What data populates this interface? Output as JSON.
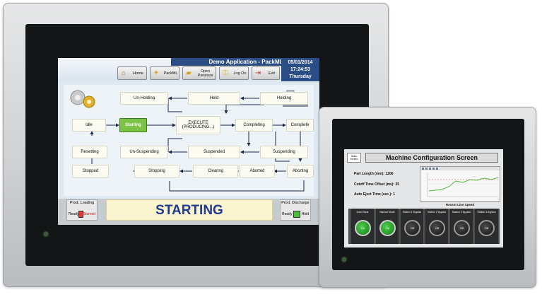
{
  "left_panel": {
    "title": "Demo Application - PackML",
    "nav_buttons": [
      {
        "label": "Home",
        "icon": "home-icon"
      },
      {
        "label": "PackML",
        "icon": "star-icon"
      },
      {
        "label": "Open Previous",
        "icon": "folder-icon"
      },
      {
        "label": "Log On",
        "icon": "key-icon"
      },
      {
        "label": "Exit",
        "icon": "exit-icon"
      }
    ],
    "date": "05/01/2014",
    "time": "17:24:53",
    "weekday": "Thursday",
    "states": {
      "unholding": "Un-Holding",
      "held": "Held",
      "holding": "Holding",
      "idle": "Idle",
      "starting": "Starting",
      "execute": "EXECUTE (PRODUCING...)",
      "completing": "Completing",
      "complete": "Complete",
      "resetting": "Resetting",
      "unsuspending": "Un-Suspending",
      "suspended": "Suspended",
      "suspending": "Suspending",
      "stopped": "Stopped",
      "stopping": "Stopping",
      "clearing": "Clearing",
      "aborted": "Aborted",
      "aborting": "Aborting"
    },
    "active_state": "starting",
    "status_text": "STARTING",
    "prod_loading": {
      "title": "Prod. Loading",
      "left": "Ready",
      "right": "Starved"
    },
    "prod_discharge": {
      "title": "Prod. Discharge",
      "left": "Ready",
      "right": "Hold"
    }
  },
  "right_panel": {
    "main_button": "Main Screen",
    "title": "Machine Configuration Screen",
    "fields": [
      {
        "label": "Part Length (mm):",
        "value": "1206"
      },
      {
        "label": "Cutoff Time Offset (ms):",
        "value": "35"
      },
      {
        "label": "Auto Eject Time (sec.):",
        "value": "1"
      }
    ],
    "trend_label": "Recent Line Speed",
    "buttons": [
      {
        "label": "Auto Mode",
        "state": "On"
      },
      {
        "label": "Manual Mode",
        "state": "On"
      },
      {
        "label": "Station 1 Bypass",
        "state": "Off"
      },
      {
        "label": "Station 2 Bypass",
        "state": "Off"
      },
      {
        "label": "Station 3 Bypass",
        "state": "Off"
      },
      {
        "label": "Station 4 Bypass",
        "state": "Off"
      }
    ]
  }
}
